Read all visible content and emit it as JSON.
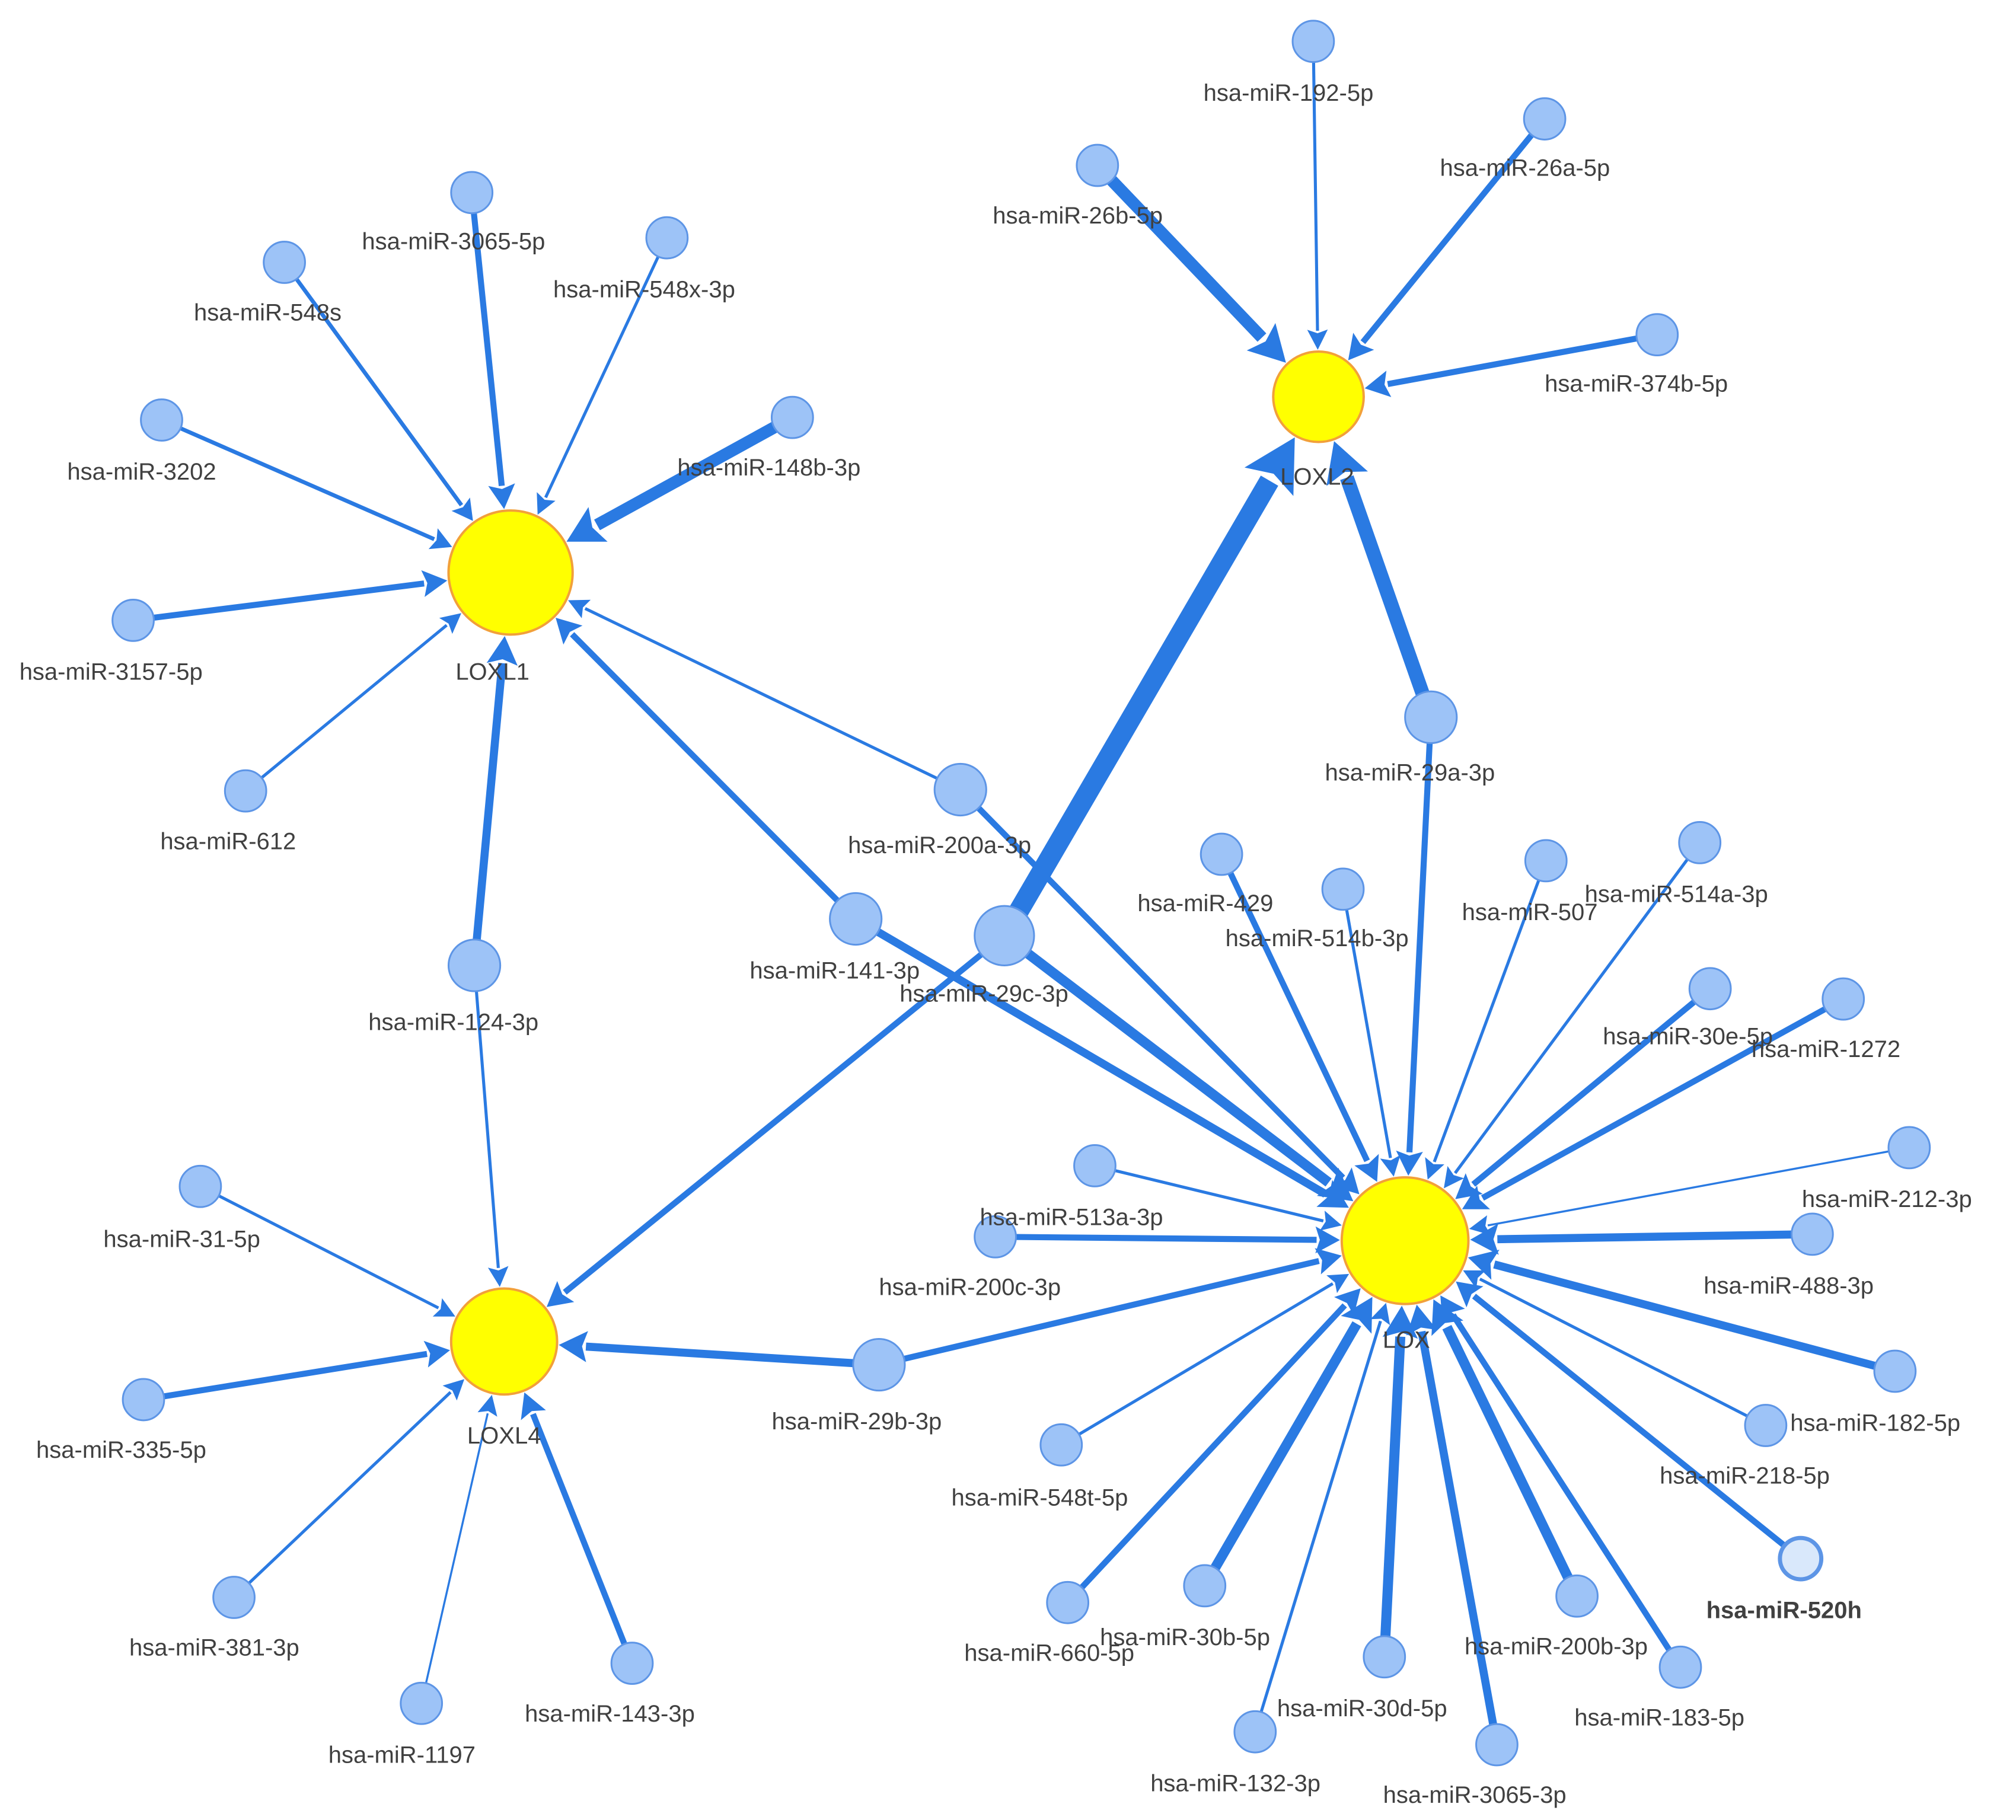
{
  "colors": {
    "edge": "#2a7ae2",
    "mirna_fill": "#9dc3f7",
    "mirna_stroke": "#5d95e6",
    "hub_fill": "#ffff00",
    "hub_stroke": "#f2a03a",
    "selected_fill": "#d9e8fb",
    "label": "#404040"
  },
  "nodes": {
    "LOXL1": {
      "label": "LOXL1",
      "type": "gene"
    },
    "LOXL2": {
      "label": "LOXL2",
      "type": "gene"
    },
    "LOXL4": {
      "label": "LOXL4",
      "type": "gene"
    },
    "LOX": {
      "label": "LOX",
      "type": "gene"
    },
    "m3065_5p": {
      "label": "hsa-miR-3065-5p",
      "type": "mirna"
    },
    "m548s": {
      "label": "hsa-miR-548s",
      "type": "mirna"
    },
    "m548x": {
      "label": "hsa-miR-548x-3p",
      "type": "mirna"
    },
    "m3202": {
      "label": "hsa-miR-3202",
      "type": "mirna"
    },
    "m148b": {
      "label": "hsa-miR-148b-3p",
      "type": "mirna"
    },
    "m3157": {
      "label": "hsa-miR-3157-5p",
      "type": "mirna"
    },
    "m612": {
      "label": "hsa-miR-612",
      "type": "mirna"
    },
    "m192": {
      "label": "hsa-miR-192-5p",
      "type": "mirna"
    },
    "m26a": {
      "label": "hsa-miR-26a-5p",
      "type": "mirna"
    },
    "m26b": {
      "label": "hsa-miR-26b-5p",
      "type": "mirna"
    },
    "m374b": {
      "label": "hsa-miR-374b-5p",
      "type": "mirna"
    },
    "m29a": {
      "label": "hsa-miR-29a-3p",
      "type": "mirna"
    },
    "m200a": {
      "label": "hsa-miR-200a-3p",
      "type": "mirna"
    },
    "m141": {
      "label": "hsa-miR-141-3p",
      "type": "mirna"
    },
    "m29c": {
      "label": "hsa-miR-29c-3p",
      "type": "mirna"
    },
    "m124": {
      "label": "hsa-miR-124-3p",
      "type": "mirna"
    },
    "m429": {
      "label": "hsa-miR-429",
      "type": "mirna"
    },
    "m514b": {
      "label": "hsa-miR-514b-3p",
      "type": "mirna"
    },
    "m507": {
      "label": "hsa-miR-507",
      "type": "mirna"
    },
    "m514a": {
      "label": "hsa-miR-514a-3p",
      "type": "mirna"
    },
    "m30e": {
      "label": "hsa-miR-30e-5p",
      "type": "mirna"
    },
    "m1272": {
      "label": "hsa-miR-1272",
      "type": "mirna"
    },
    "m212": {
      "label": "hsa-miR-212-3p",
      "type": "mirna"
    },
    "m513a": {
      "label": "hsa-miR-513a-3p",
      "type": "mirna"
    },
    "m200c": {
      "label": "hsa-miR-200c-3p",
      "type": "mirna"
    },
    "m488": {
      "label": "hsa-miR-488-3p",
      "type": "mirna"
    },
    "m31": {
      "label": "hsa-miR-31-5p",
      "type": "mirna"
    },
    "m335": {
      "label": "hsa-miR-335-5p",
      "type": "mirna"
    },
    "m29b": {
      "label": "hsa-miR-29b-3p",
      "type": "mirna"
    },
    "m182": {
      "label": "hsa-miR-182-5p",
      "type": "mirna"
    },
    "m218": {
      "label": "hsa-miR-218-5p",
      "type": "mirna"
    },
    "m548t": {
      "label": "hsa-miR-548t-5p",
      "type": "mirna"
    },
    "m520h": {
      "label": "hsa-miR-520h",
      "type": "mirna",
      "selected": true
    },
    "m381": {
      "label": "hsa-miR-381-3p",
      "type": "mirna"
    },
    "m660": {
      "label": "hsa-miR-660-5p",
      "type": "mirna"
    },
    "m30b": {
      "label": "hsa-miR-30b-5p",
      "type": "mirna"
    },
    "m200b": {
      "label": "hsa-miR-200b-3p",
      "type": "mirna"
    },
    "m143": {
      "label": "hsa-miR-143-3p",
      "type": "mirna"
    },
    "m1197": {
      "label": "hsa-miR-1197",
      "type": "mirna"
    },
    "m30d": {
      "label": "hsa-miR-30d-5p",
      "type": "mirna"
    },
    "m183": {
      "label": "hsa-miR-183-5p",
      "type": "mirna"
    },
    "m132": {
      "label": "hsa-miR-132-3p",
      "type": "mirna"
    },
    "m3065_3p": {
      "label": "hsa-miR-3065-3p",
      "type": "mirna"
    }
  },
  "edges": [
    {
      "from": "m3065_5p",
      "to": "LOXL1",
      "weight": 3
    },
    {
      "from": "m548s",
      "to": "LOXL1",
      "weight": 2
    },
    {
      "from": "m548x",
      "to": "LOXL1",
      "weight": 1.5
    },
    {
      "from": "m3202",
      "to": "LOXL1",
      "weight": 2
    },
    {
      "from": "m148b",
      "to": "LOXL1",
      "weight": 6
    },
    {
      "from": "m3157",
      "to": "LOXL1",
      "weight": 3
    },
    {
      "from": "m612",
      "to": "LOXL1",
      "weight": 1.5
    },
    {
      "from": "m124",
      "to": "LOXL1",
      "weight": 4
    },
    {
      "from": "m141",
      "to": "LOXL1",
      "weight": 3
    },
    {
      "from": "m200a",
      "to": "LOXL1",
      "weight": 1.5
    },
    {
      "from": "m192",
      "to": "LOXL2",
      "weight": 1.5
    },
    {
      "from": "m26a",
      "to": "LOXL2",
      "weight": 3
    },
    {
      "from": "m26b",
      "to": "LOXL2",
      "weight": 6
    },
    {
      "from": "m374b",
      "to": "LOXL2",
      "weight": 3
    },
    {
      "from": "m29c",
      "to": "LOXL2",
      "weight": 10
    },
    {
      "from": "m29a",
      "to": "LOXL2",
      "weight": 7
    },
    {
      "from": "m124",
      "to": "LOXL4",
      "weight": 1.5
    },
    {
      "from": "m31",
      "to": "LOXL4",
      "weight": 1.5
    },
    {
      "from": "m335",
      "to": "LOXL4",
      "weight": 3
    },
    {
      "from": "m381",
      "to": "LOXL4",
      "weight": 1.5
    },
    {
      "from": "m1197",
      "to": "LOXL4",
      "weight": 1
    },
    {
      "from": "m143",
      "to": "LOXL4",
      "weight": 3
    },
    {
      "from": "m29b",
      "to": "LOXL4",
      "weight": 4
    },
    {
      "from": "m29c",
      "to": "LOXL4",
      "weight": 3
    },
    {
      "from": "m29a",
      "to": "LOX",
      "weight": 3
    },
    {
      "from": "m200a",
      "to": "LOX",
      "weight": 3
    },
    {
      "from": "m141",
      "to": "LOX",
      "weight": 4
    },
    {
      "from": "m29c",
      "to": "LOX",
      "weight": 5
    },
    {
      "from": "m429",
      "to": "LOX",
      "weight": 3
    },
    {
      "from": "m514b",
      "to": "LOX",
      "weight": 1.5
    },
    {
      "from": "m507",
      "to": "LOX",
      "weight": 1.5
    },
    {
      "from": "m514a",
      "to": "LOX",
      "weight": 1.5
    },
    {
      "from": "m30e",
      "to": "LOX",
      "weight": 3
    },
    {
      "from": "m1272",
      "to": "LOX",
      "weight": 3
    },
    {
      "from": "m212",
      "to": "LOX",
      "weight": 1
    },
    {
      "from": "m513a",
      "to": "LOX",
      "weight": 1.5
    },
    {
      "from": "m200c",
      "to": "LOX",
      "weight": 3
    },
    {
      "from": "m488",
      "to": "LOX",
      "weight": 4
    },
    {
      "from": "m29b",
      "to": "LOX",
      "weight": 3
    },
    {
      "from": "m182",
      "to": "LOX",
      "weight": 4
    },
    {
      "from": "m218",
      "to": "LOX",
      "weight": 1.5
    },
    {
      "from": "m548t",
      "to": "LOX",
      "weight": 1.5
    },
    {
      "from": "m520h",
      "to": "LOX",
      "weight": 3
    },
    {
      "from": "m660",
      "to": "LOX",
      "weight": 3
    },
    {
      "from": "m30b",
      "to": "LOX",
      "weight": 5
    },
    {
      "from": "m200b",
      "to": "LOX",
      "weight": 5
    },
    {
      "from": "m30d",
      "to": "LOX",
      "weight": 5
    },
    {
      "from": "m183",
      "to": "LOX",
      "weight": 3
    },
    {
      "from": "m132",
      "to": "LOX",
      "weight": 1.5
    },
    {
      "from": "m3065_3p",
      "to": "LOX",
      "weight": 4
    }
  ]
}
